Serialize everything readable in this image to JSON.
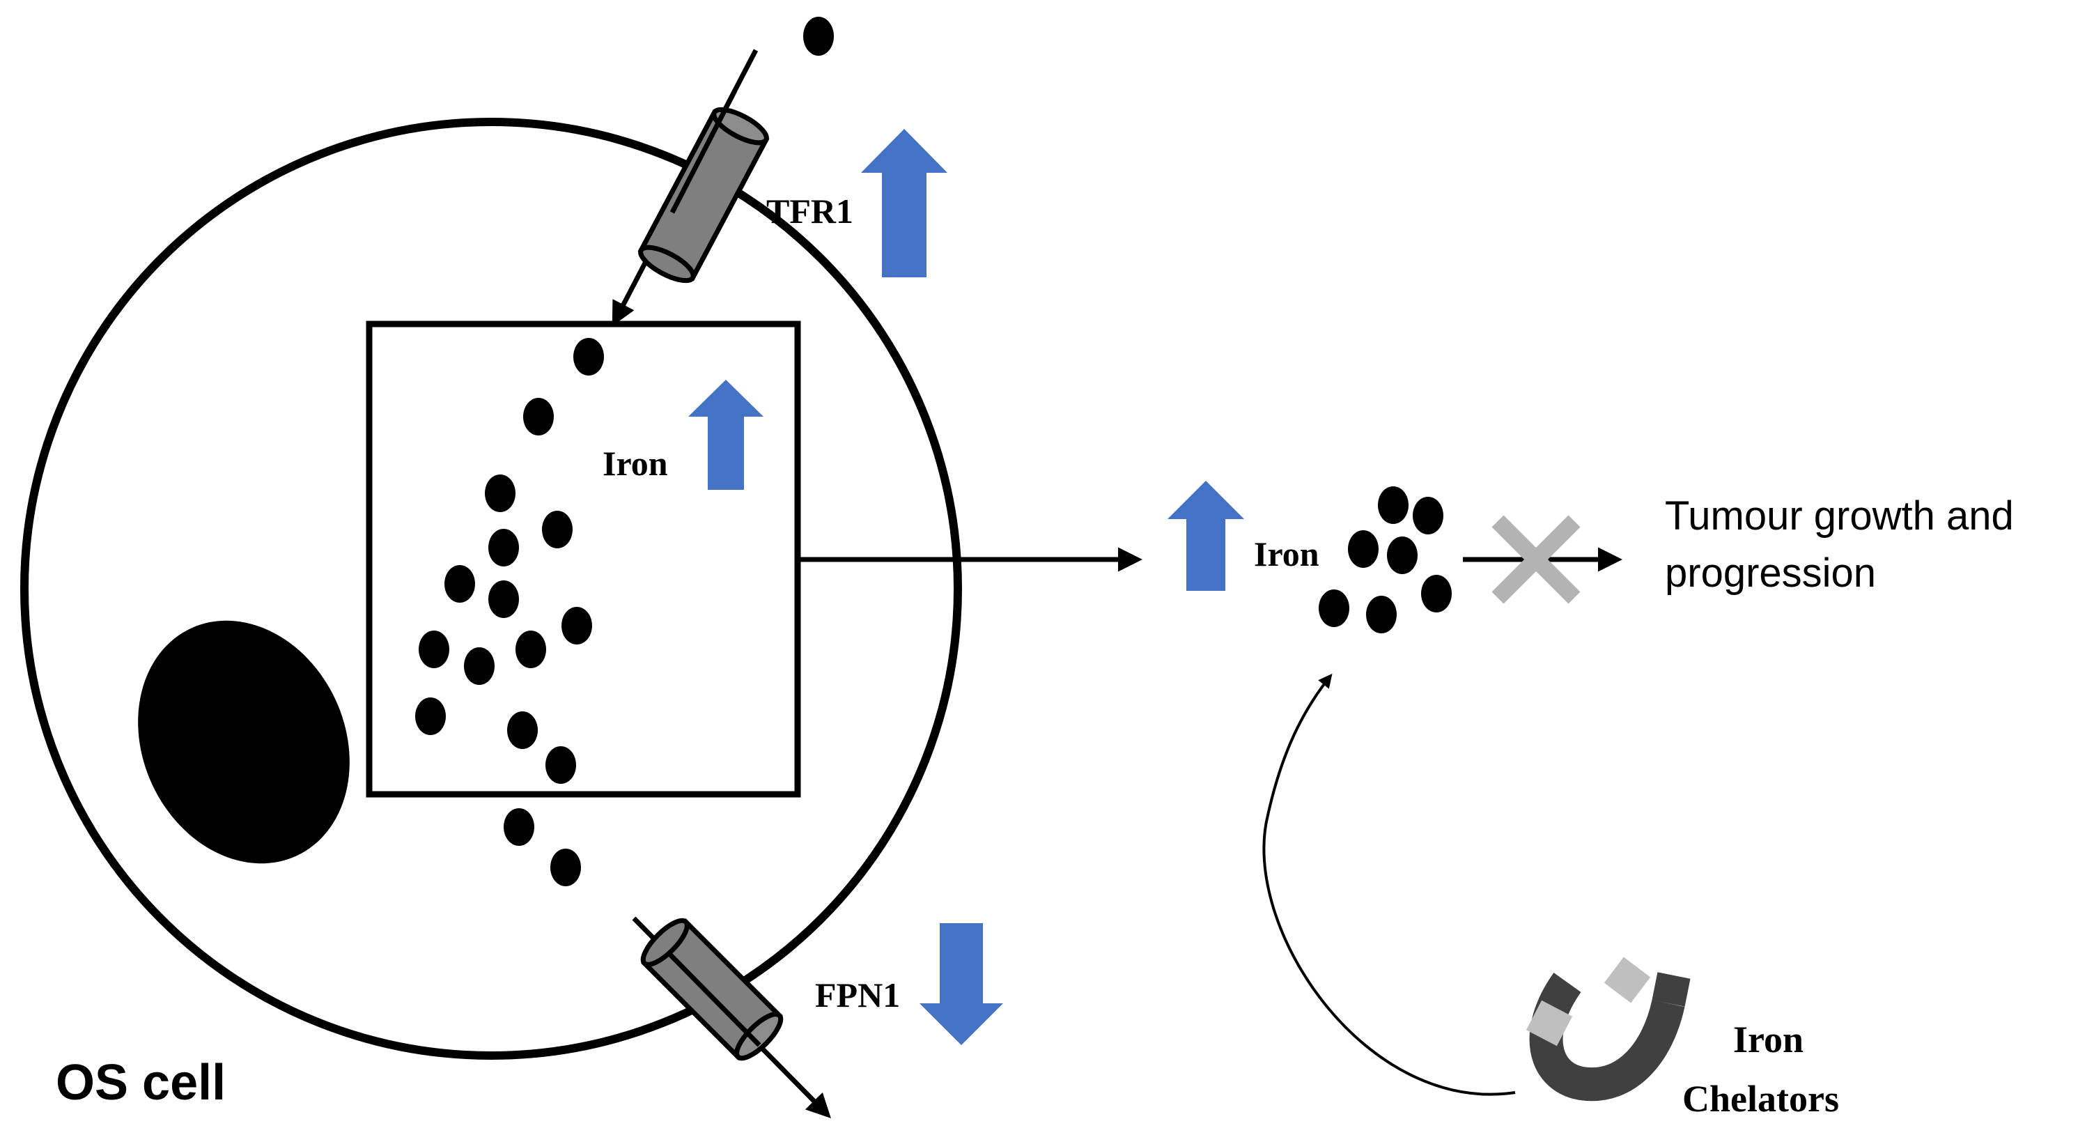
{
  "labels": {
    "tfr1": "TFR1",
    "fpn1": "FPN1",
    "iron_inside": "Iron",
    "iron_outside": "Iron",
    "outcome_line1": "Tumour growth and",
    "outcome_line2": "progression",
    "chelator_line1": "Iron",
    "chelator_line2": "Chelators",
    "cell": "OS cell"
  },
  "colors": {
    "up_down_arrow": "#4472C4",
    "channel": "#7f7f7f",
    "blocked_x": "#b3b3b3",
    "magnet_body": "#404040",
    "magnet_tips": "#bfbfbf"
  },
  "indicators": {
    "tfr1": "up",
    "iron_inside": "up",
    "fpn1": "down",
    "iron_outside": "up"
  },
  "icons": {
    "transporter": "cylinder-channel-icon",
    "blocked": "x-cross-icon",
    "chelator": "magnet-icon"
  }
}
